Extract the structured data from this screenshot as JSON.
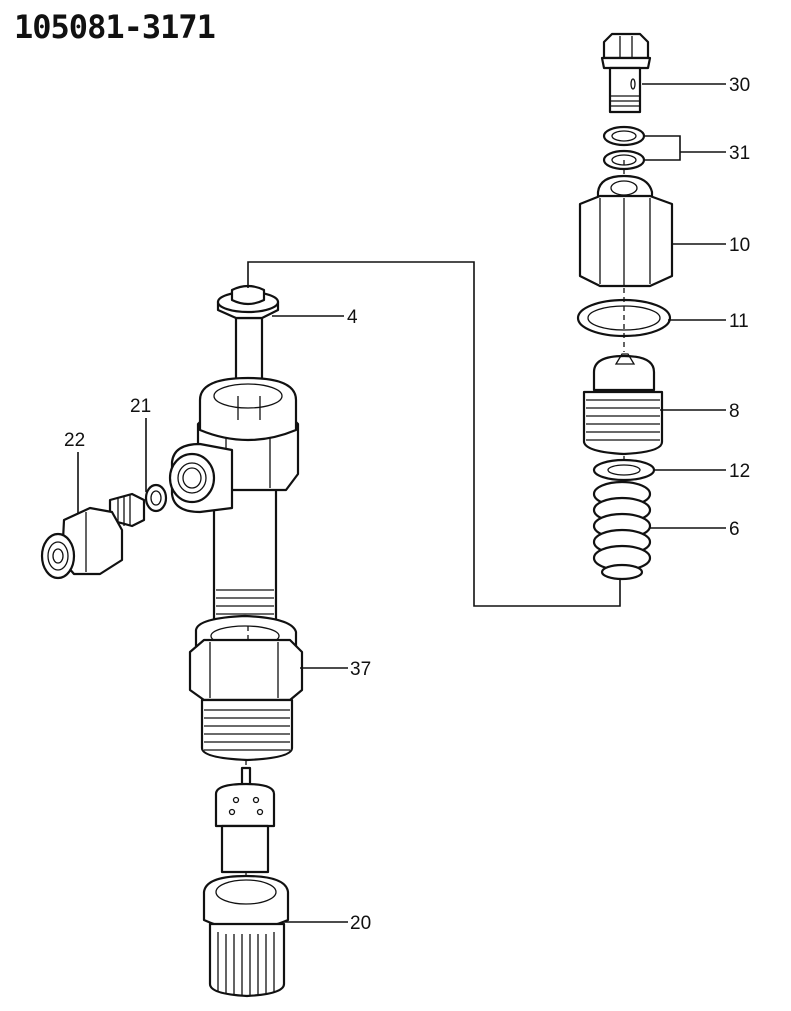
{
  "drawing_number": "105081-3171",
  "labels": {
    "p30": "30",
    "p31": "31",
    "p10": "10",
    "p11": "11",
    "p8": "8",
    "p12": "12",
    "p6": "6",
    "p4": "4",
    "p21": "21",
    "p22": "22",
    "p37": "37",
    "p20": "20"
  },
  "colors": {
    "ink": "#111111",
    "paper": "#ffffff"
  }
}
